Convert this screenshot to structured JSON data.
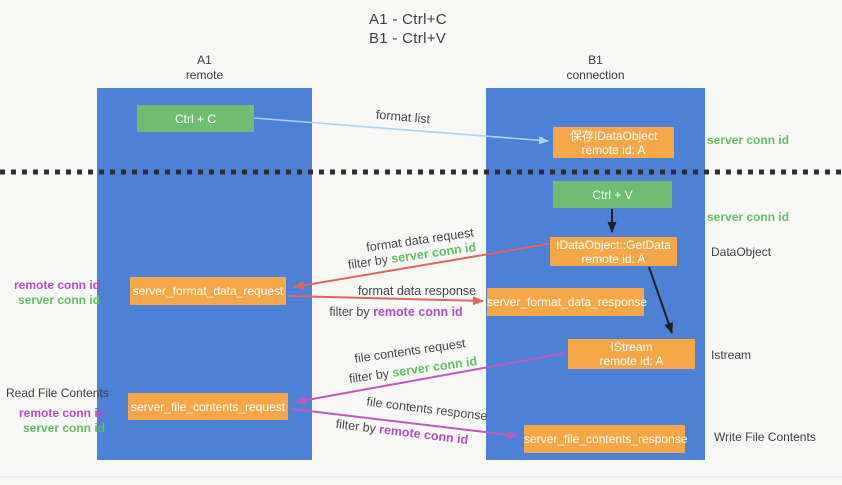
{
  "title": {
    "line1": "A1 - Ctrl+C",
    "line2": "B1 - Ctrl+V"
  },
  "lanes": {
    "a1": {
      "name": "A1",
      "sublabel": "remote"
    },
    "b1": {
      "name": "B1",
      "sublabel": "connection"
    }
  },
  "nodes": {
    "ctrl_c": {
      "label": "Ctrl + C"
    },
    "save_dataobject": {
      "label": "保存IDataObject",
      "sublabel": "remote id: A"
    },
    "ctrl_v": {
      "label": "Ctrl + V"
    },
    "getdata": {
      "label": "IDataObject::GetData",
      "sublabel": "remote id: A"
    },
    "format_request": {
      "label": "server_format_data_request"
    },
    "format_response": {
      "label": "server_format_data_response"
    },
    "istream": {
      "label": "IStream",
      "sublabel": "remote id: A"
    },
    "file_request": {
      "label": "server_file_contents_request"
    },
    "file_response": {
      "label": "server_file_contents_response"
    }
  },
  "side_labels": {
    "server_conn_id": "server conn id",
    "remote_conn_id": "remote conn id",
    "dataobject": "DataObject",
    "istream": "Istream",
    "read_file_contents": "Read File Contents",
    "write_file_contents": "Write File Contents"
  },
  "arrow_labels": {
    "format_list": "format list",
    "format_data_request": "format data request",
    "format_data_response": "format data response",
    "file_contents_request": "file contents request",
    "file_contents_response": "file contents response",
    "filter_by": "filter by ",
    "server_conn_id": "server conn id",
    "remote_conn_id": "remote conn id"
  },
  "colors": {
    "lane_blue": "#4d81d6",
    "green_box": "#6ebe72",
    "orange_box": "#f8a748",
    "green_text": "#62c063",
    "purple_text": "#b14ec6",
    "red_arrow": "#e4635a",
    "magenta_arrow": "#c158bf",
    "lightblue_arrow": "#aad4f5",
    "black_arrow": "#1f1f1f",
    "gray_text": "#3e3e3e"
  }
}
